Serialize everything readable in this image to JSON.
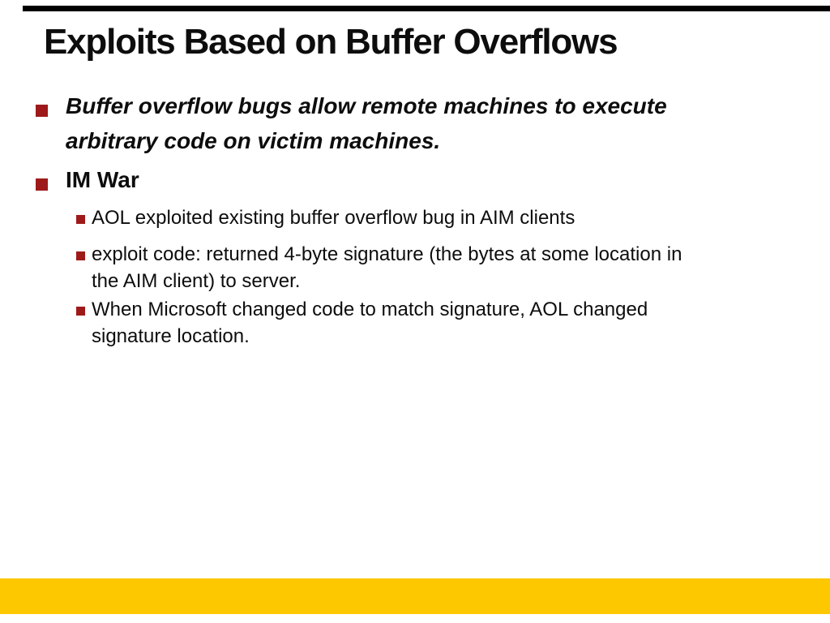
{
  "slide": {
    "title": "Exploits Based on Buffer Overflows",
    "bullets": [
      {
        "level": 1,
        "lines": [
          "Buffer overflow bugs allow remote machines to execute",
          "arbitrary code on victim machines."
        ]
      },
      {
        "level": 1,
        "lines": [
          "IM War"
        ]
      },
      {
        "level": 2,
        "lines": [
          "AOL exploited existing buffer overflow bug in AIM clients"
        ]
      },
      {
        "level": 2,
        "lines": [
          "exploit code: returned 4-byte signature (the bytes at some location in",
          "the AIM client) to server."
        ]
      },
      {
        "level": 2,
        "lines": [
          "When Microsoft changed code to match signature, AOL changed",
          "signature location."
        ]
      }
    ],
    "colors": {
      "bullet_red": "#9E1A1A",
      "top_bar_black": "#000000",
      "bottom_bar_gold": "#FDC800",
      "text_black": "#0d0d0d",
      "background_white": "#FFFFFF"
    }
  }
}
